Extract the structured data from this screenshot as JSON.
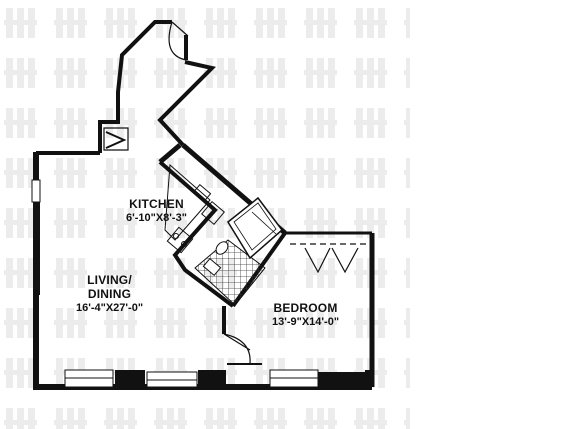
{
  "rooms": {
    "kitchen": {
      "name": "KITCHEN",
      "dims": "6'-10\"X8'-3\""
    },
    "living": {
      "name_line1": "LIVING/",
      "name_line2": "DINING",
      "dims": "16'-4\"X27'-0\""
    },
    "bedroom": {
      "name": "BEDROOM",
      "dims": "13'-9\"X14'-0\""
    }
  },
  "colors": {
    "wall": "#111111",
    "watermark": "#ececec",
    "background": "#ffffff"
  }
}
